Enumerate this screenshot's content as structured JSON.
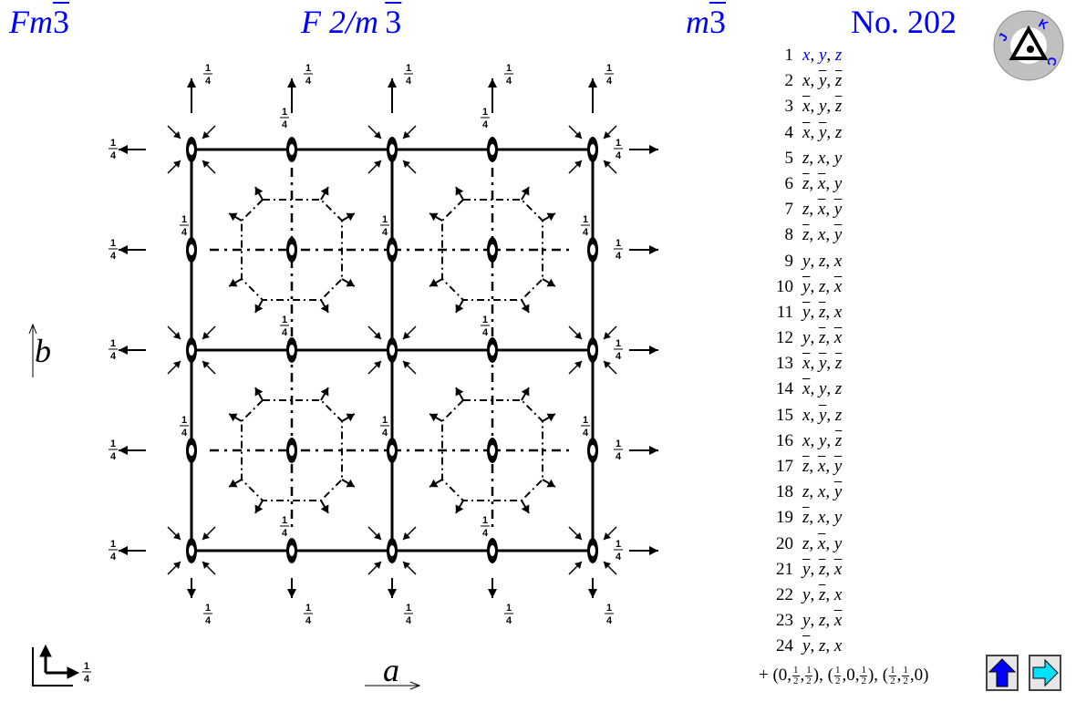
{
  "header": {
    "hm_short": {
      "base": "Fm",
      "bar": "3"
    },
    "hm_full": {
      "pre": "F 2/",
      "m": "m",
      "bar": "3"
    },
    "point_group": {
      "m": "m",
      "bar": "3"
    },
    "number": "No. 202"
  },
  "logo": {
    "text": [
      "J",
      "K",
      "C"
    ]
  },
  "axes": {
    "a": "a",
    "b": "b"
  },
  "height_label": {
    "num": "1",
    "den": "4"
  },
  "operations": [
    {
      "n": "1",
      "x": "x",
      "y": "y",
      "z": "z",
      "bx": false,
      "by": false,
      "bz": false
    },
    {
      "n": "2",
      "x": "x",
      "y": "y",
      "z": "z",
      "bx": false,
      "by": true,
      "bz": true
    },
    {
      "n": "3",
      "x": "x",
      "y": "y",
      "z": "z",
      "bx": true,
      "by": false,
      "bz": true
    },
    {
      "n": "4",
      "x": "x",
      "y": "y",
      "z": "z",
      "bx": true,
      "by": true,
      "bz": false
    },
    {
      "n": "5",
      "x": "z",
      "y": "x",
      "z": "y",
      "bx": false,
      "by": false,
      "bz": false
    },
    {
      "n": "6",
      "x": "z",
      "y": "x",
      "z": "y",
      "bx": true,
      "by": true,
      "bz": false
    },
    {
      "n": "7",
      "x": "z",
      "y": "x",
      "z": "y",
      "bx": false,
      "by": true,
      "bz": true
    },
    {
      "n": "8",
      "x": "z",
      "y": "x",
      "z": "y",
      "bx": true,
      "by": false,
      "bz": true
    },
    {
      "n": "9",
      "x": "y",
      "y": "z",
      "z": "x",
      "bx": false,
      "by": false,
      "bz": false
    },
    {
      "n": "10",
      "x": "y",
      "y": "z",
      "z": "x",
      "bx": true,
      "by": false,
      "bz": true
    },
    {
      "n": "11",
      "x": "y",
      "y": "z",
      "z": "x",
      "bx": true,
      "by": true,
      "bz": false
    },
    {
      "n": "12",
      "x": "y",
      "y": "z",
      "z": "x",
      "bx": false,
      "by": true,
      "bz": true
    },
    {
      "n": "13",
      "x": "x",
      "y": "y",
      "z": "z",
      "bx": true,
      "by": true,
      "bz": true
    },
    {
      "n": "14",
      "x": "x",
      "y": "y",
      "z": "z",
      "bx": true,
      "by": false,
      "bz": false
    },
    {
      "n": "15",
      "x": "x",
      "y": "y",
      "z": "z",
      "bx": false,
      "by": true,
      "bz": false
    },
    {
      "n": "16",
      "x": "x",
      "y": "y",
      "z": "z",
      "bx": false,
      "by": false,
      "bz": true
    },
    {
      "n": "17",
      "x": "z",
      "y": "x",
      "z": "y",
      "bx": true,
      "by": true,
      "bz": true
    },
    {
      "n": "18",
      "x": "z",
      "y": "x",
      "z": "y",
      "bx": false,
      "by": false,
      "bz": true
    },
    {
      "n": "19",
      "x": "z",
      "y": "x",
      "z": "y",
      "bx": true,
      "by": false,
      "bz": false
    },
    {
      "n": "20",
      "x": "z",
      "y": "x",
      "z": "y",
      "bx": false,
      "by": true,
      "bz": false
    },
    {
      "n": "21",
      "x": "y",
      "y": "z",
      "z": "x",
      "bx": true,
      "by": true,
      "bz": true
    },
    {
      "n": "22",
      "x": "y",
      "y": "z",
      "z": "x",
      "bx": false,
      "by": true,
      "bz": false
    },
    {
      "n": "23",
      "x": "y",
      "y": "z",
      "z": "x",
      "bx": false,
      "by": false,
      "bz": true
    },
    {
      "n": "24",
      "x": "y",
      "y": "z",
      "z": "x",
      "bx": true,
      "by": false,
      "bz": false
    }
  ],
  "centering": {
    "prefix": "+ (0,",
    "p1": "), (",
    "p2": ",0,",
    "p3": "), (",
    "p4": ",0)",
    "half": {
      "num": "1",
      "den": "2"
    }
  },
  "nav": {
    "up_color": "#0000ff",
    "right_color": "#00e0ff"
  },
  "colors": {
    "title": "#0000ff",
    "selected_op": "#0000ff"
  }
}
